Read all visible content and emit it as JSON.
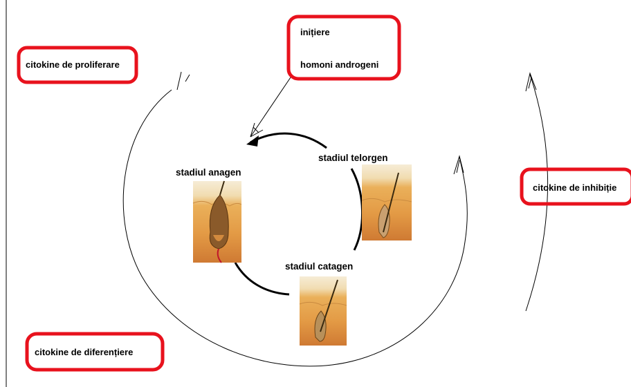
{
  "boxes": {
    "proliferare": "citokine de proliferare",
    "initiere_line1": "inițiere",
    "initiere_line2": "homoni androgeni",
    "inhibitie": "citokine de inhibiție",
    "diferentiere": "citokine de diferențiere"
  },
  "stages": {
    "anagen": "stadiul  anagen",
    "telogen": "stadiul telorgen",
    "catagen": "stadiul  catagen"
  },
  "colors": {
    "box_border": "#e8121d",
    "skin_top": "#f3e6c8",
    "skin_mid": "#e9a54a",
    "skin_deep": "#c8662a",
    "hair": "#3a2a10",
    "vessel": "#c0162a"
  }
}
